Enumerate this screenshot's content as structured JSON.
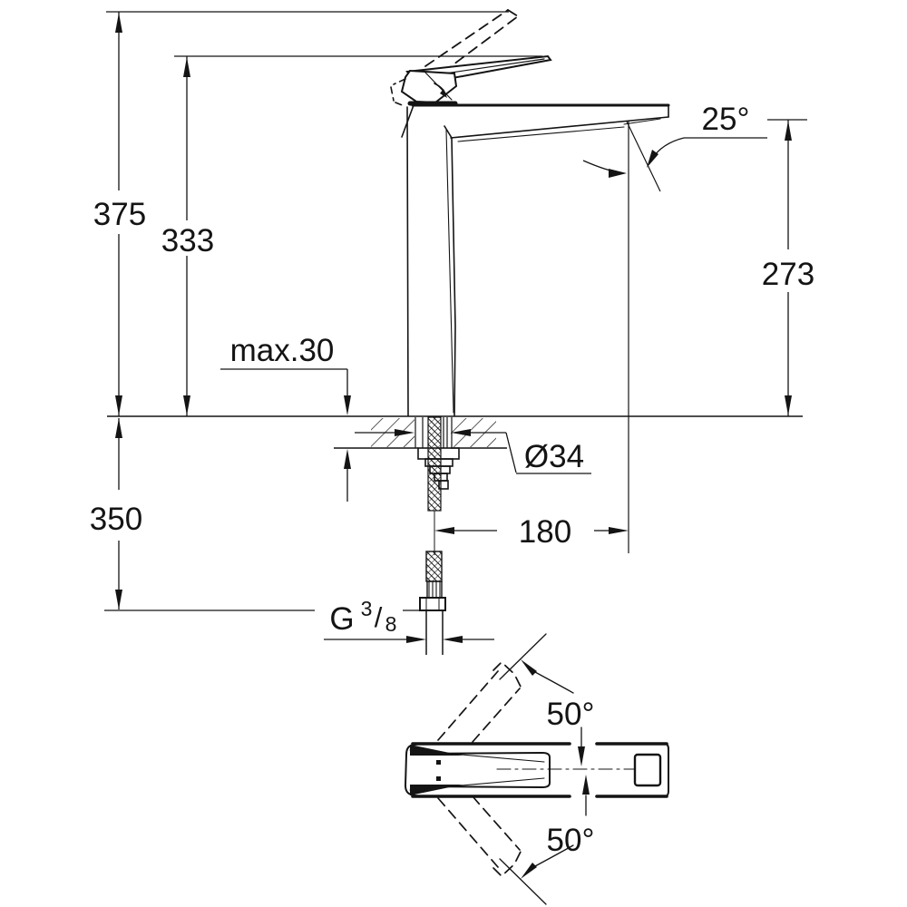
{
  "drawing": {
    "kind": "technical dimension drawing",
    "subject": "single-lever high-spout basin mixer faucet, side elevation with mounting cross-section and plan view",
    "colors": {
      "ink": "#141414",
      "paper": "#ffffff"
    },
    "side_view": {
      "total_height_label": "375",
      "lever_height_label": "333",
      "deck_thickness_label": "max.30",
      "below_deck_label": "350",
      "stream_angle_label": "25°",
      "outlet_height_label": "273",
      "hole_diameter_label": "Ø34",
      "spout_reach_label": "180",
      "thread": {
        "letter": "G",
        "numerator": "3",
        "slash": "/",
        "denominator": "8"
      }
    },
    "plan_view": {
      "swivel_up_label": "50°",
      "swivel_down_label": "50°"
    }
  }
}
